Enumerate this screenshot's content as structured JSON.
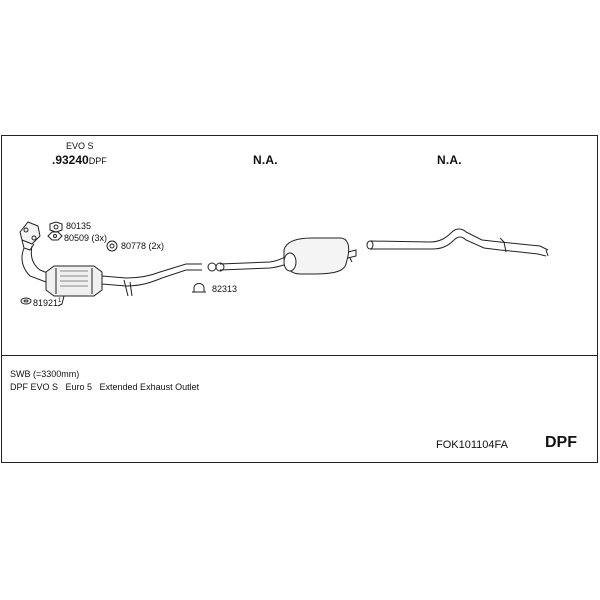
{
  "header": {
    "variant": "EVO S",
    "part_number": ".93240",
    "part_suffix": "DPF",
    "col2": "N.A.",
    "col3": "N.A."
  },
  "parts": {
    "p80135": "80135",
    "p80509": "80509 (3x)",
    "p80778": "80778 (2x)",
    "p82313": "82313",
    "p81921": "81921",
    "p81921_sup": "1"
  },
  "notes": {
    "line1": "SWB (=3300mm)",
    "line2": "DPF EVO S   Euro 5   Extended Exhaust Outlet"
  },
  "footer": {
    "kit_code": "FOK101104FA",
    "badge": "DPF"
  }
}
